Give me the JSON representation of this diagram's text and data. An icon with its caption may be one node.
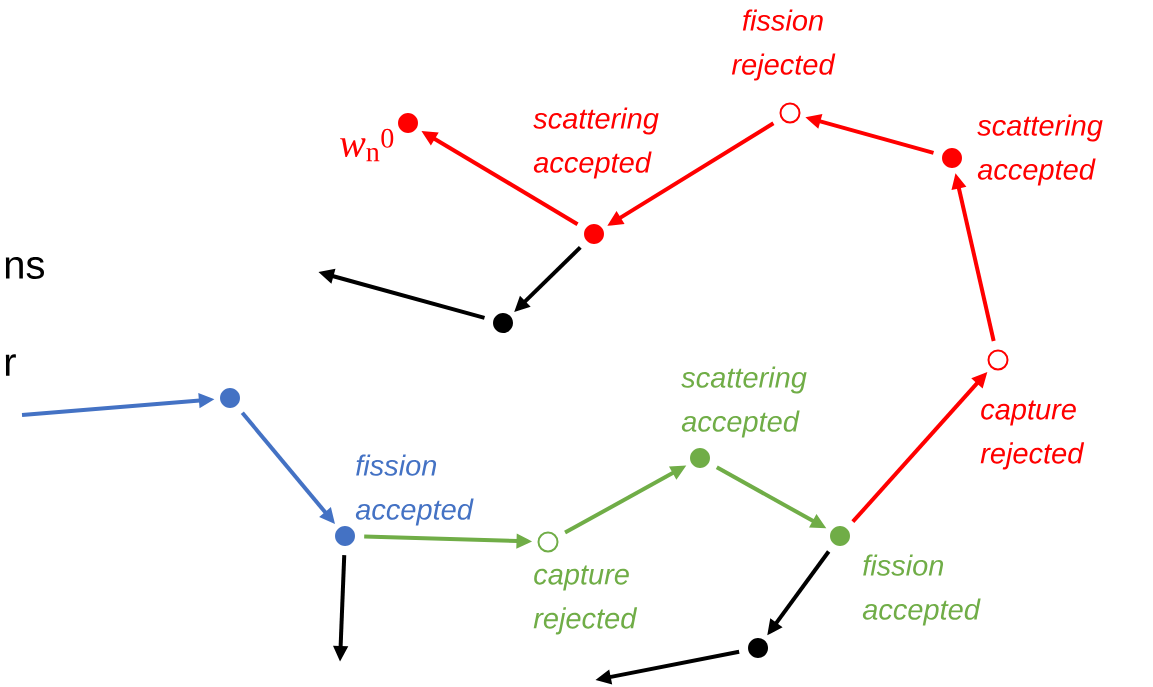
{
  "diagram": {
    "nodes": [
      {
        "text": [],
        "shape": "dot"
      },
      {
        "text": [],
        "shape": "dot",
        "beside": [
          "fission accepted"
        ]
      },
      {
        "text": [],
        "shape": "circle",
        "beside": [
          "capture rejected"
        ]
      },
      {
        "text": [],
        "shape": "dot",
        "beside": [
          "scattering accepted"
        ]
      },
      {
        "text": [],
        "shape": "dot",
        "beside": [
          "fission accepted"
        ]
      },
      {
        "text": [],
        "shape": "circle",
        "beside": [
          "capture rejected"
        ]
      },
      {
        "text": [],
        "shape": "dot",
        "beside": [
          "scattering accepted"
        ]
      },
      {
        "text": [],
        "shape": "circle",
        "beside": [
          "fission rejected"
        ]
      },
      {
        "text": [],
        "shape": "dot",
        "beside": [
          "scattering accepted"
        ]
      },
      {
        "text": [],
        "shape": "dot",
        "beside": [
          "*w*$_{n}$$^{0}$"
        ]
      },
      {
        "text": [],
        "shape": "dot"
      },
      {
        "text": [],
        "shape": "dot"
      }
    ],
    "edges": [
      {
        "from": null,
        "to": 0,
        "arrow": "to",
        "color": "#4472c4"
      },
      {
        "from": 0,
        "to": 1,
        "arrow": "to",
        "color": "#4472c4"
      },
      {
        "from": 1,
        "to": 2,
        "arrow": "to",
        "color": "#70ad47"
      },
      {
        "from": 2,
        "to": 3,
        "arrow": "to",
        "color": "#70ad47"
      },
      {
        "from": 3,
        "to": 4,
        "arrow": "to",
        "color": "#70ad47"
      },
      {
        "from": 4,
        "to": 5,
        "arrow": "to",
        "color": "#ff0000"
      },
      {
        "from": 5,
        "to": 6,
        "arrow": "to",
        "color": "#ff0000"
      },
      {
        "from": 6,
        "to": 7,
        "arrow": "to",
        "color": "#ff0000"
      },
      {
        "from": 7,
        "to": 8,
        "arrow": "to",
        "color": "#ff0000"
      },
      {
        "from": 8,
        "to": 9,
        "arrow": "to",
        "color": "#ff0000"
      },
      {
        "from": 1,
        "to": null,
        "arrow": "to",
        "color": "#000000"
      },
      {
        "from": 4,
        "to": 11,
        "arrow": "to",
        "color": "#000000"
      },
      {
        "from": 11,
        "to": null,
        "arrow": "to",
        "color": "#000000"
      },
      {
        "from": 8,
        "to": 10,
        "arrow": "to",
        "color": "#000000"
      },
      {
        "from": 10,
        "to": null,
        "arrow": "to",
        "color": "#000000"
      }
    ],
    "labels": [
      "ns",
      "r"
    ]
  }
}
